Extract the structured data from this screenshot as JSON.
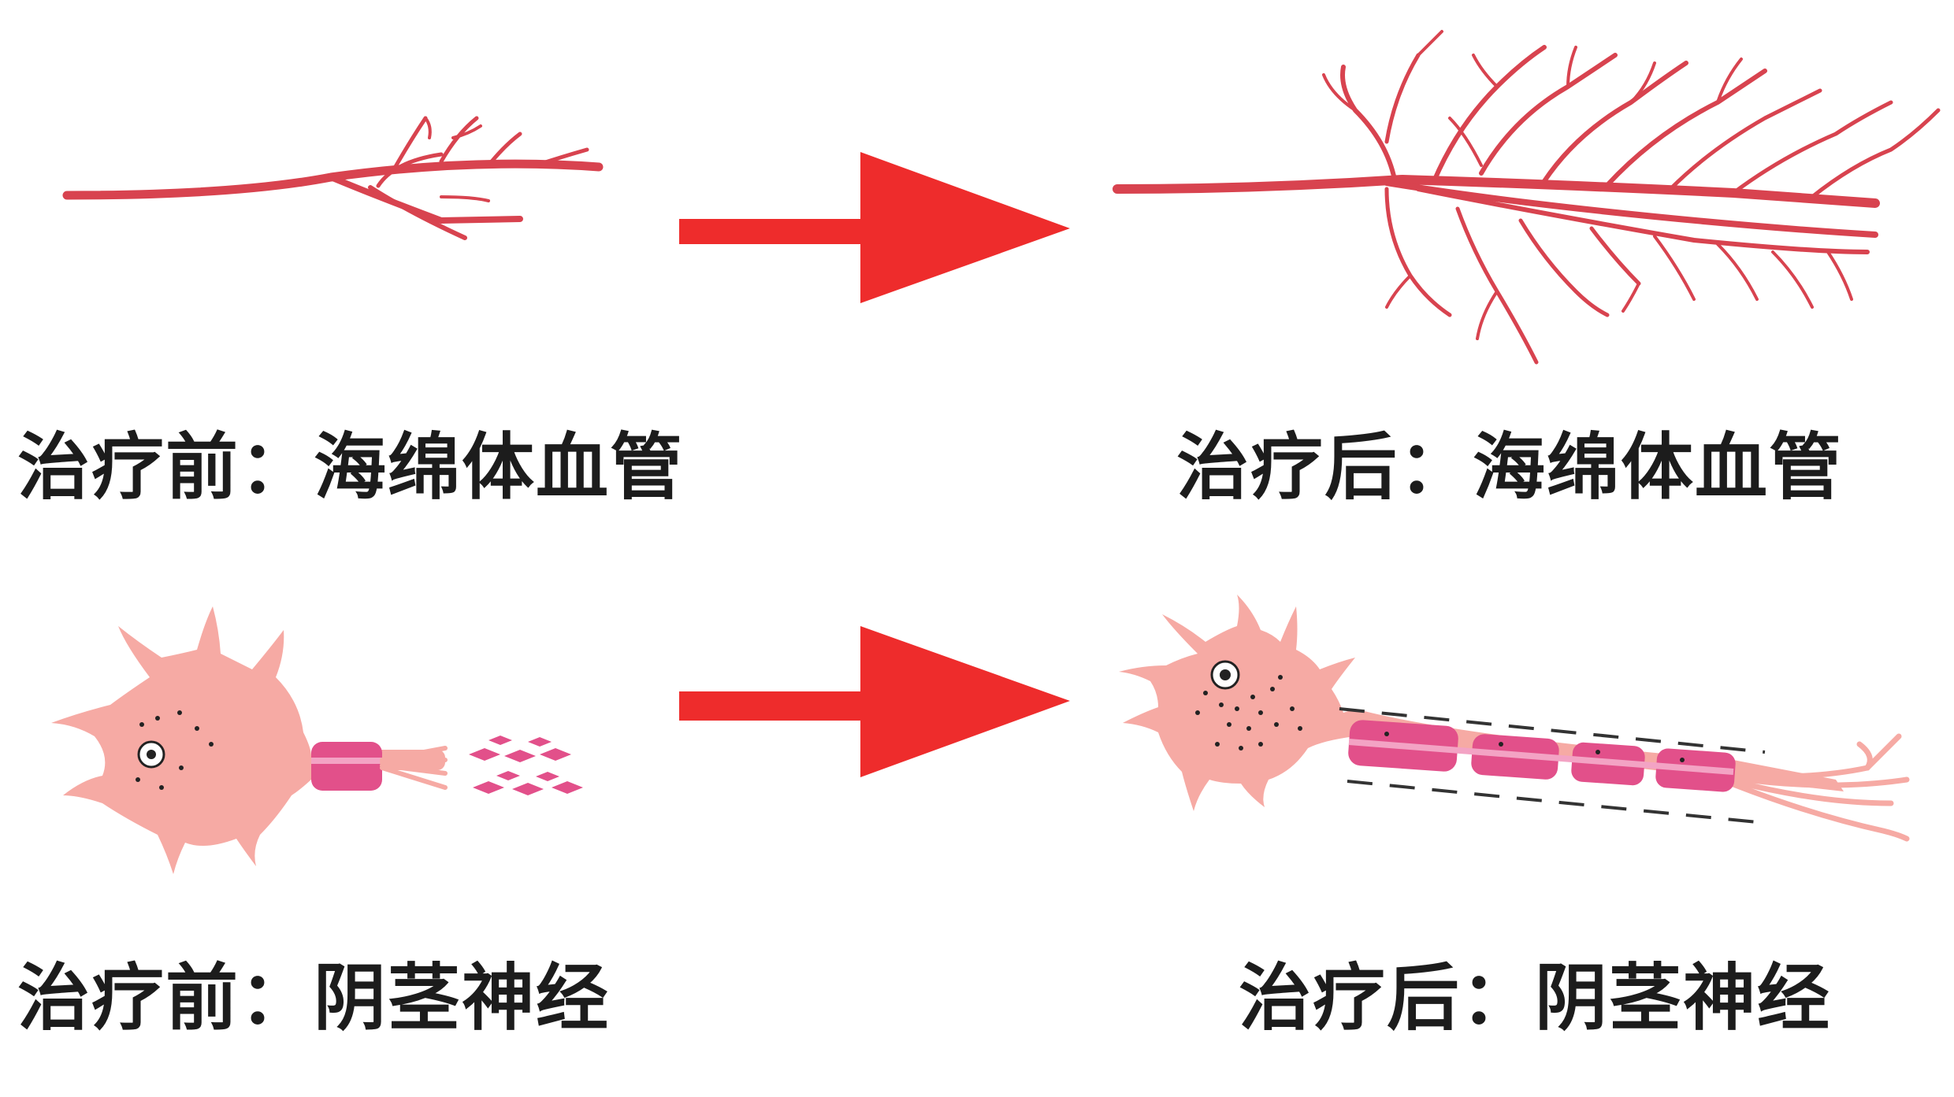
{
  "captions": {
    "vessel_before": "治疗前：海绵体血管",
    "vessel_after": "治疗后：海绵体血管",
    "nerve_before": "治疗前：阴茎神经",
    "nerve_after": "治疗后：阴茎神经"
  },
  "colors": {
    "vessel": "#d8434f",
    "arrow": "#ee2c2c",
    "neuron_body": "#f6aaa4",
    "myelin": "#e2508a",
    "dashed_sheath": "#333333"
  },
  "icons": [
    "blood-vessel-icon",
    "neuron-icon",
    "arrow-right-icon"
  ]
}
